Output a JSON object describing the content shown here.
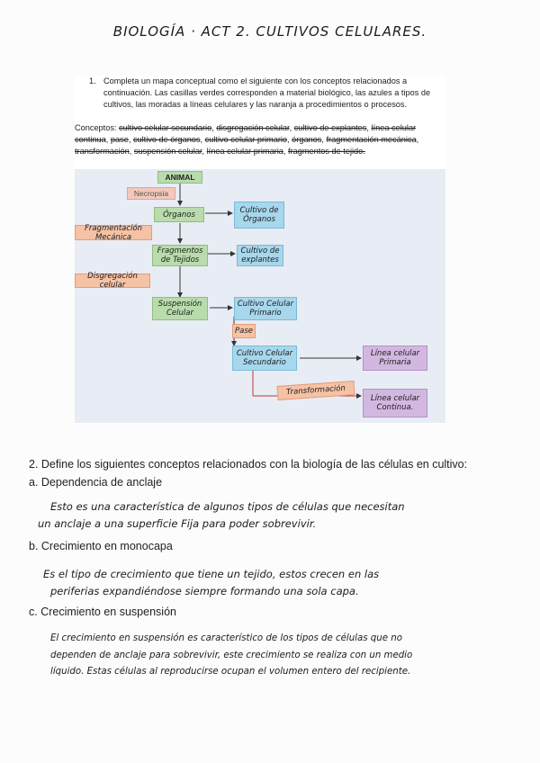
{
  "title": "BIOLOGÍA · ACT 2. CULTIVOS CELULARES.",
  "question1": {
    "number": "1.",
    "text": "Completa un mapa conceptual como el siguiente con los conceptos relacionados a continuación. Las casillas verdes corresponden a material biológico, las azules a tipos de cultivos, las moradas a líneas celulares y las naranja a procedimientos o procesos.",
    "concepts_label": "Conceptos:",
    "concepts": [
      "cultivo celular secundario",
      "disgregación celular",
      "cultivo de explantes",
      "línea celular continua",
      "pase",
      "cultivo de órganos",
      "cultivo celular primario",
      "órganos",
      "fragmentación mecánica",
      "transformación",
      "suspensión celular",
      "línea celular primaria",
      "fragmentos de tejido."
    ]
  },
  "diagram": {
    "animal": "ANIMAL",
    "necropsia": "Necropsia",
    "organos": "Órganos",
    "cultivo_organos": "Cultivo de Órganos",
    "fragmentacion": "Fragmentación Mecánica",
    "fragmentos": "Fragmentos de Tejidos",
    "cultivo_explantes": "Cultivo de explantes",
    "disgregacion": "Disgregación celular",
    "suspension": "Suspensión Celular",
    "cultivo_primario": "Cultivo Celular Primario",
    "pase": "Pase",
    "cultivo_secundario": "Cultivo Celular Secundario",
    "linea_primaria": "Línea celular Primaria",
    "transformacion": "Transformación",
    "linea_continua": "Línea celular Continua."
  },
  "question2": {
    "text": "2. Define los siguientes conceptos relacionados con la biología de las células en cultivo:",
    "a_label": "a. Dependencia de anclaje",
    "a_answer_1": "Esto es una característica de algunos tipos de células que necesitan",
    "a_answer_2": "un anclaje a una superficie Fija para poder sobrevivir.",
    "b_label": "b. Crecimiento en monocapa",
    "b_answer_1": "Es el tipo de crecimiento que tiene un tejido, estos crecen en las",
    "b_answer_2": "periferias expandiéndose siempre formando una sola capa.",
    "c_label": "c. Crecimiento en suspensión",
    "c_answer_1": "El crecimiento en suspensión es característico de los tipos de células que no",
    "c_answer_2": "dependen de anclaje para sobrevivir, este crecimiento se realiza con un medio",
    "c_answer_3": "líquido. Estas células al reproducirse ocupan el volumen entero del recipiente."
  }
}
